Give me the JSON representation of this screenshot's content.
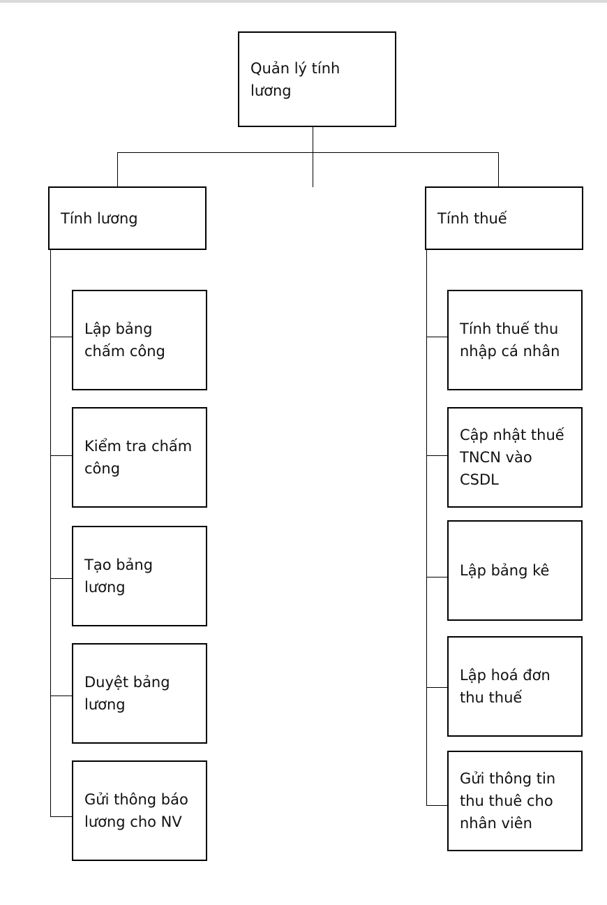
{
  "diagram": {
    "root": {
      "label": "Quản lý tính\nlương"
    },
    "branches": [
      {
        "label": "Tính lương",
        "children": [
          "Lập bảng\nchấm công",
          "Kiểm tra chấm\ncông",
          "Tạo bảng\nlương",
          "Duyệt bảng\nlương",
          "Gửi thông báo\nlương cho NV"
        ]
      },
      {
        "label": "Tính thuế",
        "children": [
          "Tính thuế thu\nnhập cá nhân",
          "Cập nhật thuế\nTNCN vào\nCSDL",
          "Lập bảng kê",
          "Lập hoá đơn\nthu thuế",
          "Gửi thông tin\nthu thuê cho\nnhân viên"
        ]
      }
    ]
  }
}
